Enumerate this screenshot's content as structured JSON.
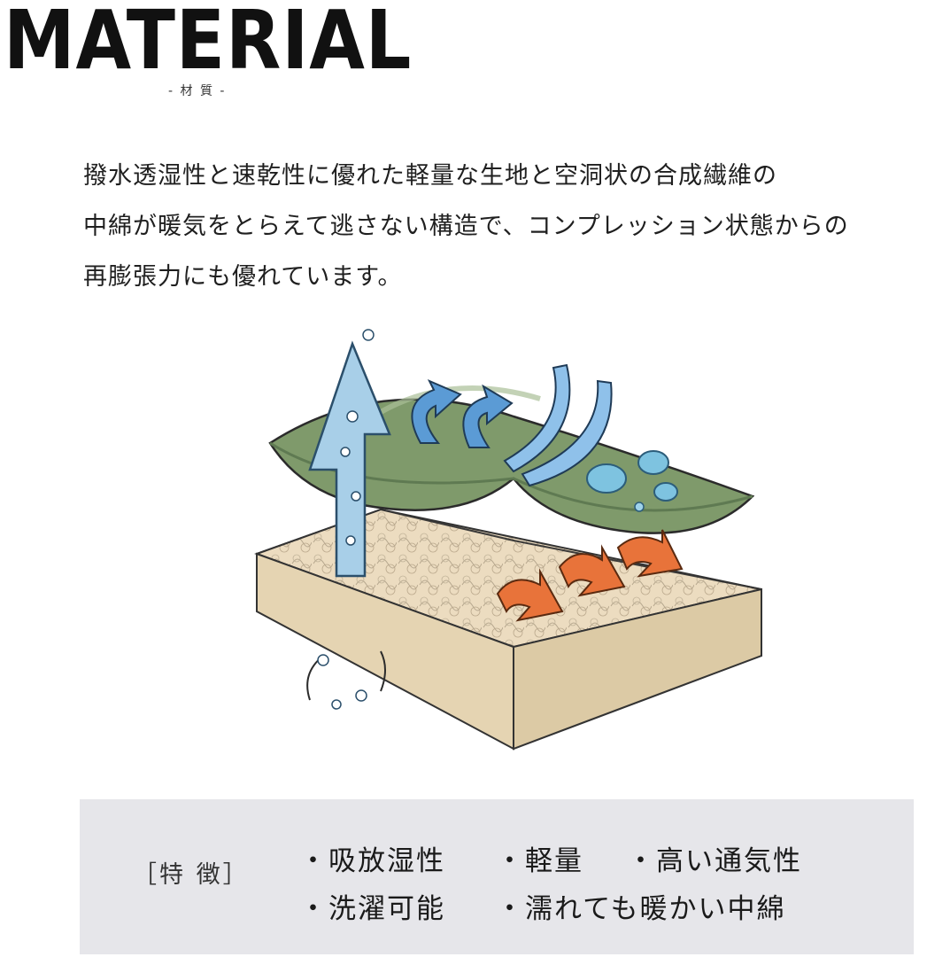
{
  "header": {
    "title": "MATERIAL",
    "subtitle": "- 材 質 -"
  },
  "description": {
    "lines": [
      "撥水透湿性と速乾性に優れた軽量な生地と空洞状の合成繊維の",
      "中綿が暖気をとらえて逃さない構造で、コンプレッション状態からの",
      "再膨張力にも優れています。"
    ]
  },
  "illustration": {
    "colors": {
      "fabric": "#7f9a6b",
      "fabric_dark": "#5f7a52",
      "filling": "#e9d9b8",
      "arrow_blue": "#5b9bd5",
      "arrow_orange": "#e8733a",
      "water": "#7ec3e0"
    }
  },
  "features": {
    "label": "［特 徴］",
    "items": [
      "・吸放湿性",
      "・軽量",
      "・高い通気性",
      "・洗濯可能",
      "・濡れても暖かい中綿"
    ]
  }
}
